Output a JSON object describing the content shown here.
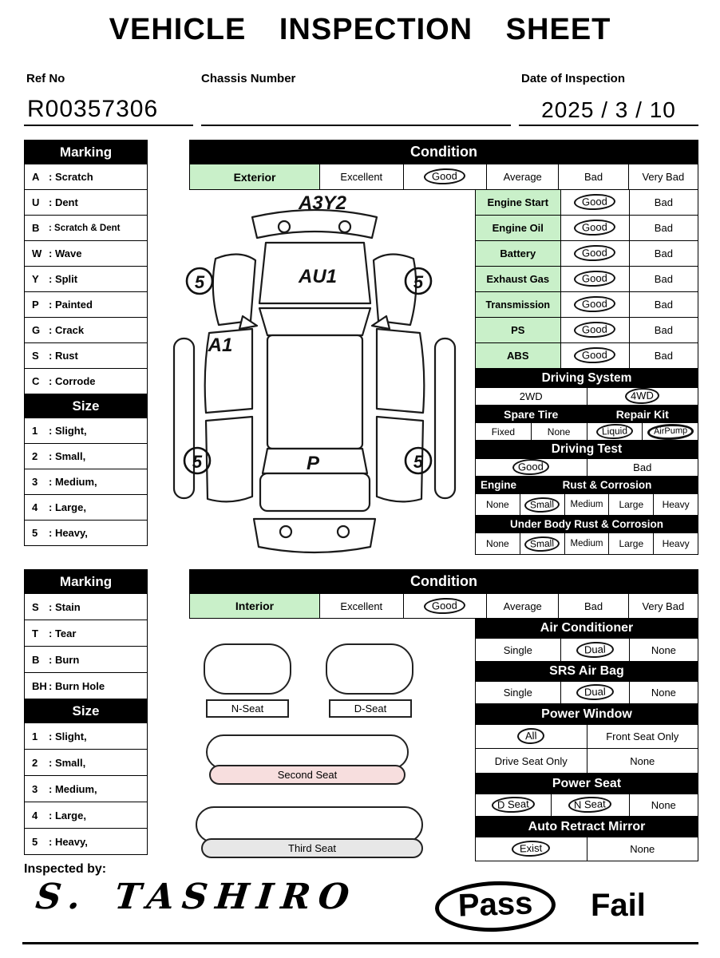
{
  "title": "VEHICLE INSPECTION SHEET",
  "colors": {
    "highlight_green": "#c9f0c9",
    "seat_pink": "#f7dede",
    "seat_gray": "#e7e7e7"
  },
  "header": {
    "ref_no_label": "Ref No",
    "ref_no_value": "R00357306",
    "chassis_label": "Chassis Number",
    "chassis_value": "",
    "date_label": "Date of Inspection",
    "date_value": "2025 / 3 / 10"
  },
  "exterior": {
    "legend": {
      "marking_title": "Marking",
      "marking_rows": [
        {
          "code": "A",
          "label": ": Scratch"
        },
        {
          "code": "U",
          "label": ": Dent"
        },
        {
          "code": "B",
          "label": ": Scratch & Dent"
        },
        {
          "code": "W",
          "label": ": Wave"
        },
        {
          "code": "Y",
          "label": ": Split"
        },
        {
          "code": "P",
          "label": ": Painted"
        },
        {
          "code": "G",
          "label": ": Crack"
        },
        {
          "code": "S",
          "label": ": Rust"
        },
        {
          "code": "C",
          "label": ": Corrode"
        }
      ],
      "size_title": "Size",
      "size_rows": [
        {
          "code": "1",
          "label": ": Slight,"
        },
        {
          "code": "2",
          "label": ": Small,"
        },
        {
          "code": "3",
          "label": ": Medium,"
        },
        {
          "code": "4",
          "label": ": Large,"
        },
        {
          "code": "5",
          "label": ": Heavy,"
        }
      ]
    },
    "condition": {
      "title": "Condition",
      "row_label": "Exterior",
      "options": [
        "Excellent",
        "Good",
        "Average",
        "Bad",
        "Very Bad"
      ],
      "selected": "Good"
    },
    "diagram": {
      "top_mark": "A3Y2",
      "hood_mark": "AU1",
      "door_mark": "A1",
      "rear_mark": "P",
      "corner_marks": [
        "5",
        "5",
        "5",
        "5"
      ]
    },
    "checks": [
      {
        "label": "Engine Start",
        "good": "Good",
        "bad": "Bad",
        "selected": "Good"
      },
      {
        "label": "Engine Oil",
        "good": "Good",
        "bad": "Bad",
        "selected": "Good"
      },
      {
        "label": "Battery",
        "good": "Good",
        "bad": "Bad",
        "selected": "Good"
      },
      {
        "label": "Exhaust Gas",
        "good": "Good",
        "bad": "Bad",
        "selected": "Good"
      },
      {
        "label": "Transmission",
        "good": "Good",
        "bad": "Bad",
        "selected": "Good"
      },
      {
        "label": "PS",
        "good": "Good",
        "bad": "Bad",
        "selected": "Good"
      },
      {
        "label": "ABS",
        "good": "Good",
        "bad": "Bad",
        "selected": "Good"
      }
    ],
    "driving_system": {
      "title": "Driving System",
      "options": [
        "2WD",
        "4WD"
      ],
      "selected": "4WD"
    },
    "spare_repair": {
      "spare_title": "Spare Tire",
      "repair_title": "Repair Kit",
      "options": [
        "Fixed",
        "None",
        "Liquid",
        "AirPump"
      ],
      "selected": [
        "Liquid",
        "AirPump"
      ]
    },
    "driving_test": {
      "title": "Driving Test",
      "options": [
        "Good",
        "Bad"
      ],
      "selected": "Good"
    },
    "engine_rust": {
      "title_left": "Engine",
      "title_right": "Rust & Corrosion",
      "options": [
        "None",
        "Small",
        "Medium",
        "Large",
        "Heavy"
      ],
      "selected": "Small"
    },
    "underbody_rust": {
      "title": "Under Body Rust & Corrosion",
      "options": [
        "None",
        "Small",
        "Medium",
        "Large",
        "Heavy"
      ],
      "selected": "Small"
    }
  },
  "interior": {
    "legend": {
      "marking_title": "Marking",
      "marking_rows": [
        {
          "code": "S",
          "label": ": Stain"
        },
        {
          "code": "T",
          "label": ": Tear"
        },
        {
          "code": "B",
          "label": ": Burn"
        },
        {
          "code": "BH",
          "label": ": Burn Hole"
        }
      ],
      "size_title": "Size",
      "size_rows": [
        {
          "code": "1",
          "label": ": Slight,"
        },
        {
          "code": "2",
          "label": ": Small,"
        },
        {
          "code": "3",
          "label": ": Medium,"
        },
        {
          "code": "4",
          "label": ": Large,"
        },
        {
          "code": "5",
          "label": ": Heavy,"
        }
      ]
    },
    "condition": {
      "title": "Condition",
      "row_label": "Interior",
      "options": [
        "Excellent",
        "Good",
        "Average",
        "Bad",
        "Very Bad"
      ],
      "selected": "Good"
    },
    "seats": {
      "n_seat": "N-Seat",
      "d_seat": "D-Seat",
      "second_seat": "Second  Seat",
      "third_seat": "Third  Seat"
    },
    "air_conditioner": {
      "title": "Air Conditioner",
      "options": [
        "Single",
        "Dual",
        "None"
      ],
      "selected": "Dual"
    },
    "srs_air_bag": {
      "title": "SRS Air Bag",
      "options": [
        "Single",
        "Dual",
        "None"
      ],
      "selected": "Dual"
    },
    "power_window": {
      "title": "Power Window",
      "options": [
        "All",
        "Front Seat Only",
        "Drive Seat Only",
        "None"
      ],
      "selected": "All"
    },
    "power_seat": {
      "title": "Power Seat",
      "options": [
        "D Seat",
        "N Seat",
        "None"
      ],
      "selected": [
        "D Seat",
        "N Seat"
      ]
    },
    "auto_retract_mirror": {
      "title": "Auto Retract Mirror",
      "options": [
        "Exist",
        "None"
      ],
      "selected": "Exist"
    }
  },
  "footer": {
    "inspected_by_label": "Inspected by:",
    "signature": "S. TASHIRO",
    "pass_label": "Pass",
    "fail_label": "Fail",
    "result": "Pass"
  }
}
